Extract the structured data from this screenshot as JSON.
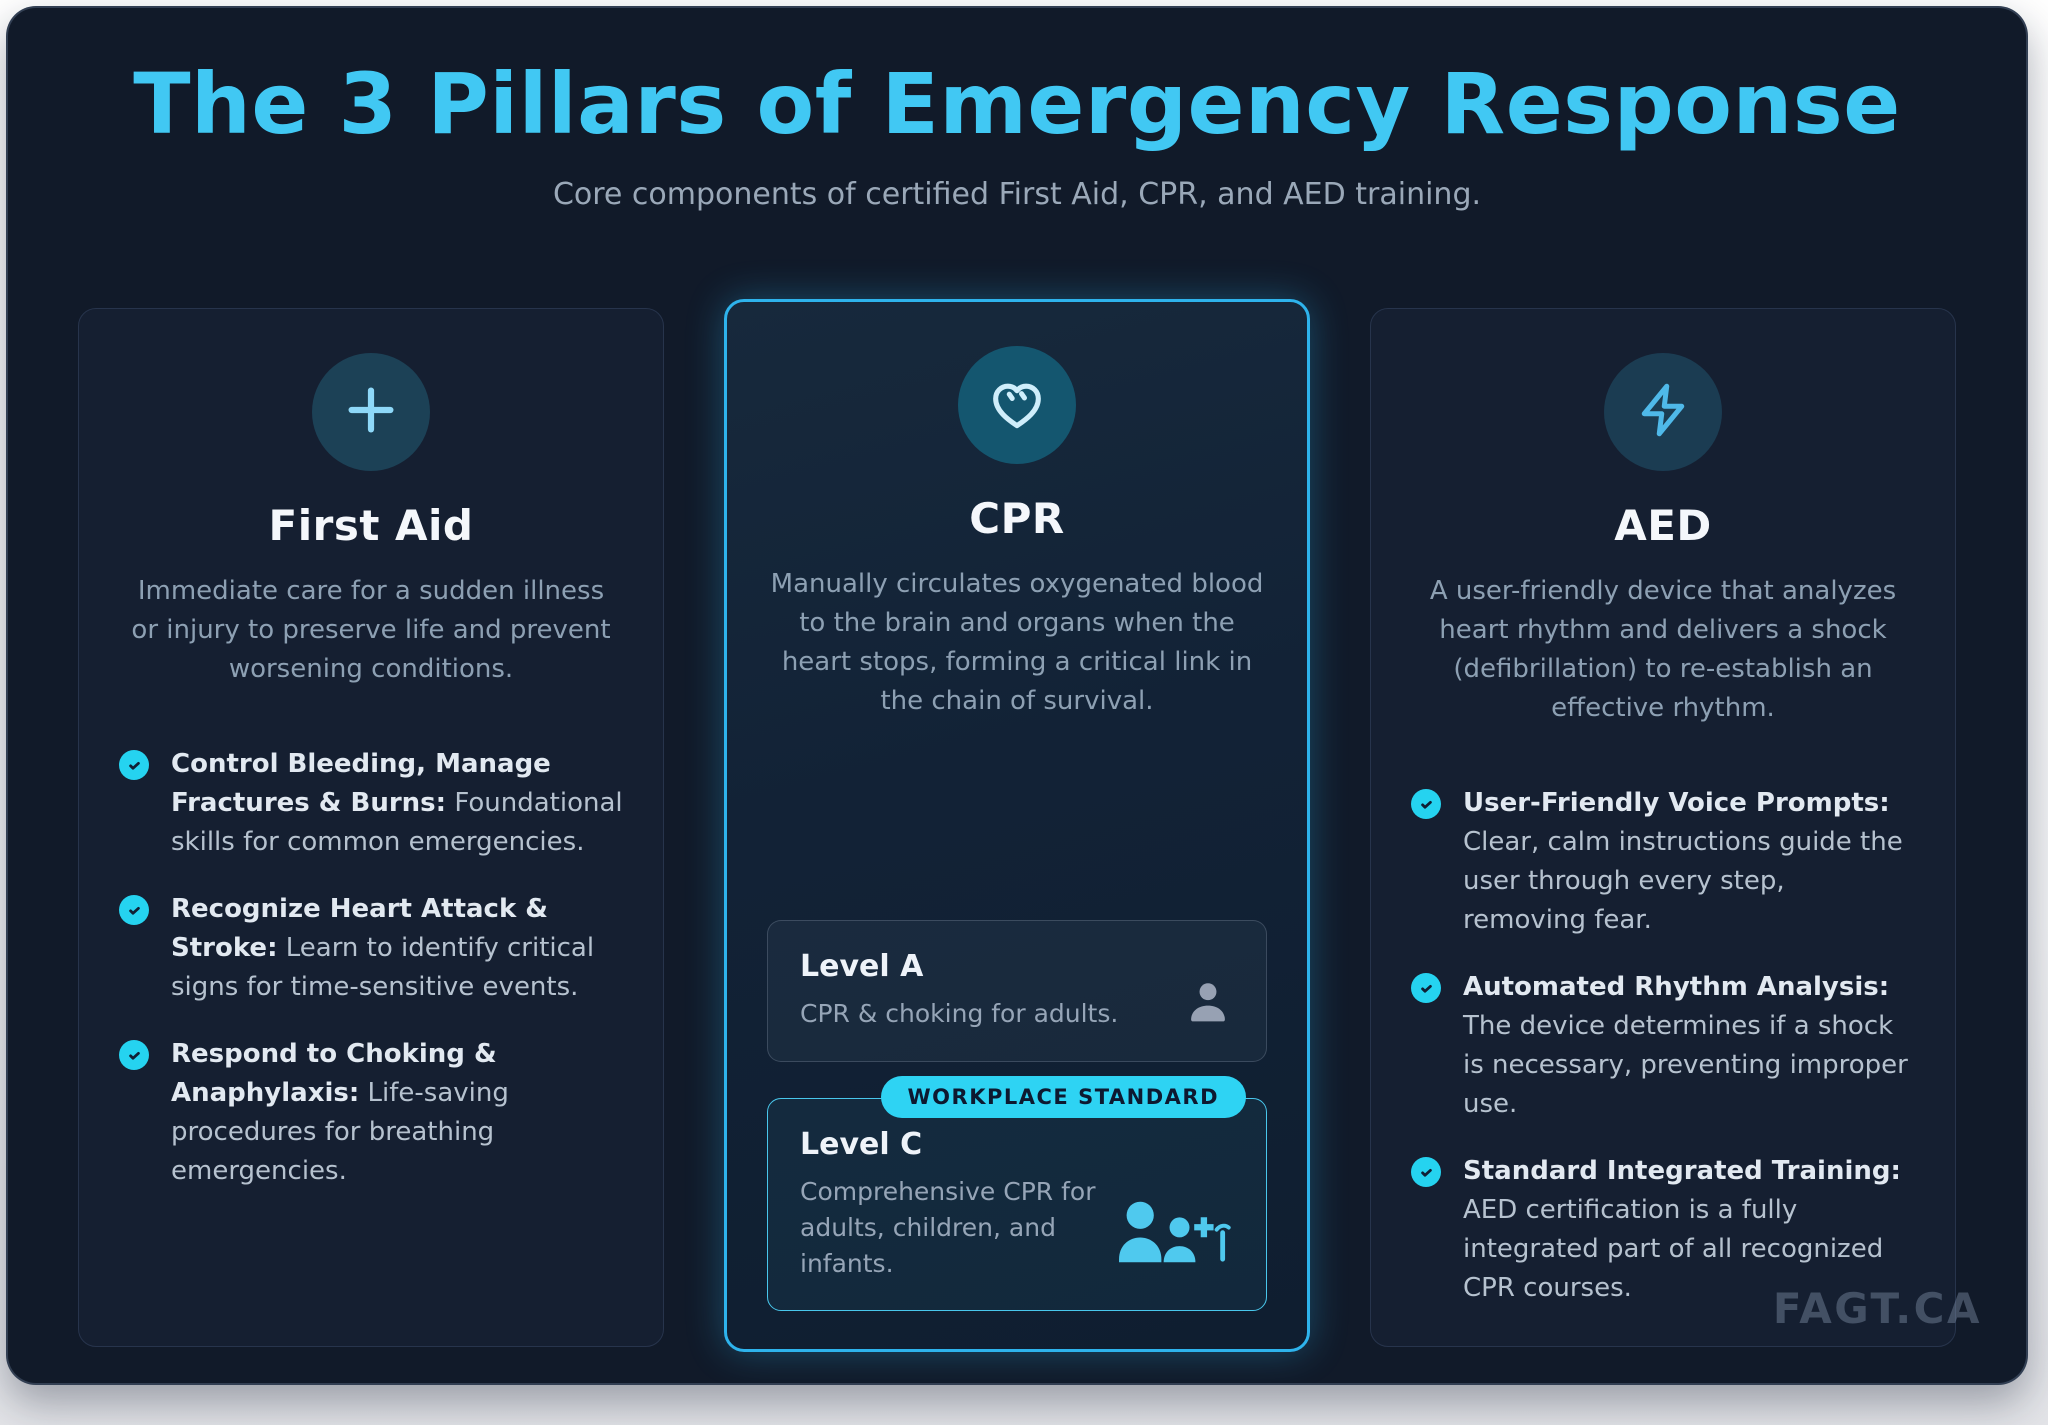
{
  "page": {
    "title": "The 3 Pillars of Emergency Response",
    "subtitle": "Core components of certified First Aid, CPR, and AED training.",
    "watermark": "FAGT.CA",
    "accent_color": "#41c8f3",
    "check_color": "#25d3f0",
    "highlight_border_color": "#2eb3ec",
    "background_color": "#111a29"
  },
  "cards": [
    {
      "id": "first-aid",
      "icon": "plus-icon",
      "title": "First Aid",
      "description": "Immediate care for a sudden illness or injury to preserve life and prevent worsening conditions.",
      "bullets": [
        {
          "bold": "Control Bleeding, Manage Fractures & Burns:",
          "text": "Foundational skills for common emergencies."
        },
        {
          "bold": "Recognize Heart Attack & Stroke:",
          "text": "Learn to identify critical signs for time-sensitive events."
        },
        {
          "bold": "Respond to Choking & Anaphylaxis:",
          "text": "Life-saving procedures for breathing emergencies."
        }
      ]
    },
    {
      "id": "cpr",
      "icon": "heart-pulse-icon",
      "title": "CPR",
      "highlighted": true,
      "description": "Manually circulates oxygenated blood to the brain and organs when the heart stops, forming a critical link in the chain of survival.",
      "levels": [
        {
          "name": "Level A",
          "description": "CPR & choking for adults.",
          "icon": "person-icon"
        },
        {
          "name": "Level C",
          "description": "Comprehensive CPR for adults, children, and infants.",
          "icon": "people-group-icon",
          "badge": "WORKPLACE STANDARD"
        }
      ]
    },
    {
      "id": "aed",
      "icon": "lightning-bolt-icon",
      "title": "AED",
      "description": "A user-friendly device that analyzes heart rhythm and delivers a shock (defibrillation) to re-establish an effective rhythm.",
      "bullets": [
        {
          "bold": "User-Friendly Voice Prompts:",
          "text": "Clear, calm instructions guide the user through every step, removing fear."
        },
        {
          "bold": "Automated Rhythm Analysis:",
          "text": "The device determines if a shock is necessary, preventing improper use."
        },
        {
          "bold": "Standard Integrated Training:",
          "text": "AED certification is a fully integrated part of all recognized CPR courses."
        }
      ]
    }
  ]
}
